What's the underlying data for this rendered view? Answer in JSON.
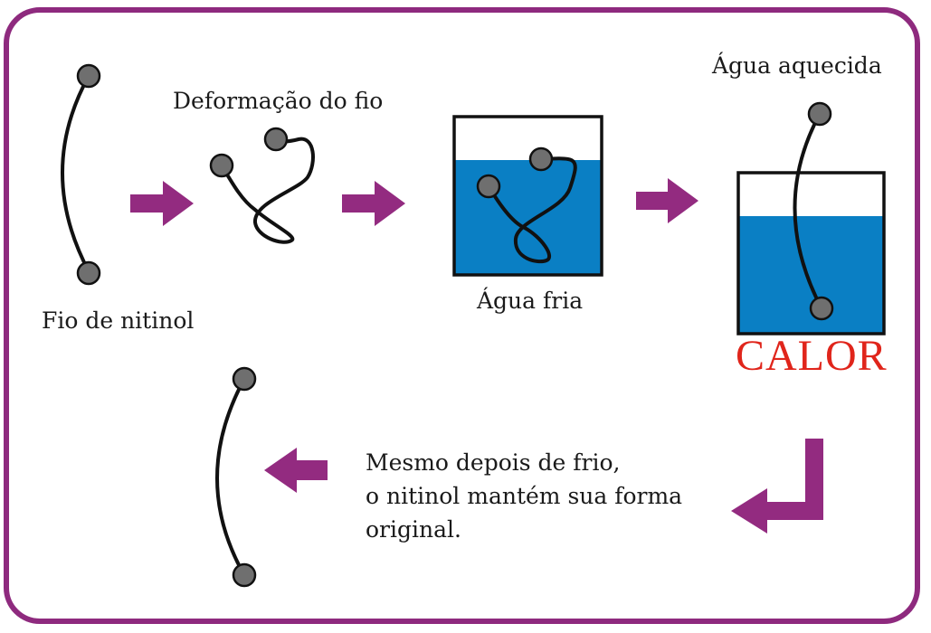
{
  "labels": {
    "fio_nitinol": "Fio de nitinol",
    "deformacao": "Deformação do fio",
    "agua_fria": "Água fria",
    "agua_aquecida": "Água aquecida",
    "calor": "CALOR"
  },
  "caption": {
    "line1": "Mesmo depois de frio,",
    "line2": "o nitinol mantém sua forma",
    "line3": "original."
  },
  "colors": {
    "frame": "#8e2a7e",
    "arrow": "#932b80",
    "water": "#0a7fc4",
    "bead": "#6f6f6f",
    "calor": "#e0251b"
  }
}
